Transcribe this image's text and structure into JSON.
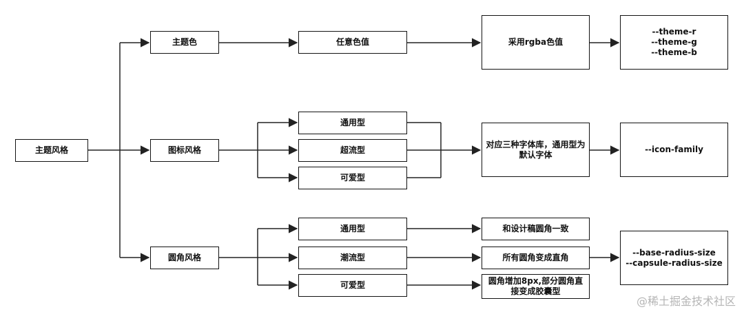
{
  "nodes": {
    "root": "主题风格",
    "theme_color": "主题色",
    "icon_style": "图标风格",
    "radius_style": "圆角风格",
    "any_color": "任意色值",
    "icon_general": "通用型",
    "icon_trend": "超流型",
    "icon_cute": "可爱型",
    "radius_general": "通用型",
    "radius_trend": "潮流型",
    "radius_cute": "可爱型",
    "rgba": "采用rgba色值",
    "icon_fonts": "对应三种字体库，通用型为\n默认字体",
    "radius_design": "和设计稿圆角一致",
    "radius_square": "所有圆角变成直角",
    "radius_capsule": "圆角增加8px,部分圆角直\n接变成胶囊型",
    "theme_vars": "--theme-r\n--theme-g\n--theme-b",
    "icon_var": "--icon-family",
    "radius_vars": "--base-radius-size\n--capsule-radius-size"
  },
  "watermark": "@稀土掘金技术社区"
}
